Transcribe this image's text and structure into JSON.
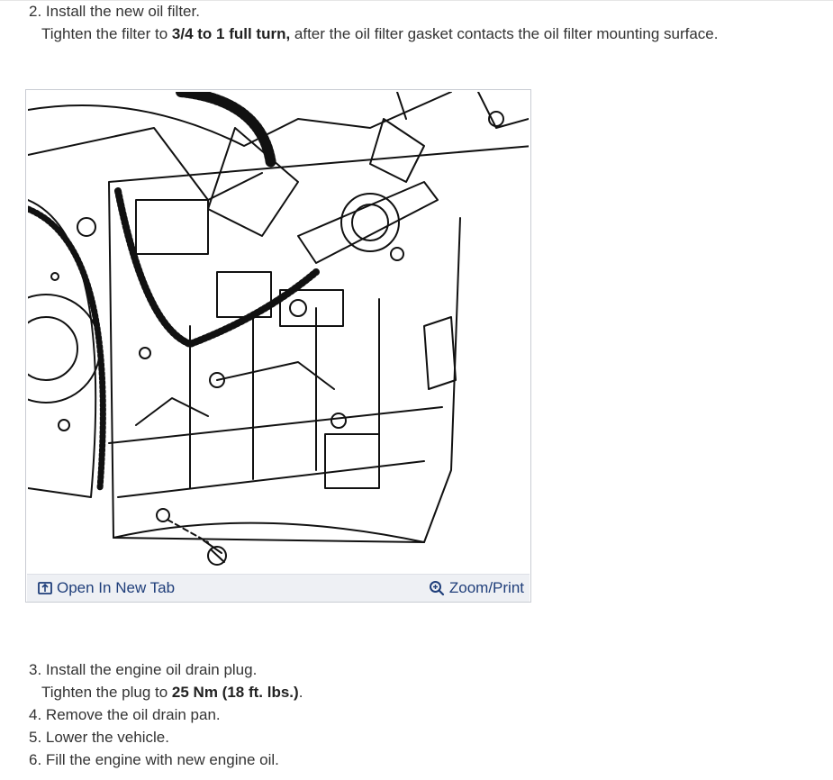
{
  "step2": {
    "number": "2.",
    "title": "Install the new oil filter.",
    "detail_pre": "Tighten the filter to ",
    "detail_bold": "3/4 to 1 full turn,",
    "detail_post": " after the oil filter gasket contacts the oil filter mounting surface."
  },
  "figure": {
    "open_label": "Open In New Tab",
    "zoom_label": "Zoom/Print",
    "link_color": "#1f3e7a"
  },
  "steps_after": [
    {
      "number": "3.",
      "text": "Install the engine oil drain plug."
    },
    {
      "number": "4.",
      "text": "Remove the oil drain pan."
    },
    {
      "number": "5.",
      "text": "Lower the vehicle."
    },
    {
      "number": "6.",
      "text": "Fill the engine with new engine oil."
    }
  ],
  "step3_detail": {
    "pre": "Tighten the plug to ",
    "bold": "25 Nm (18 ft. lbs.)",
    "post": "."
  }
}
